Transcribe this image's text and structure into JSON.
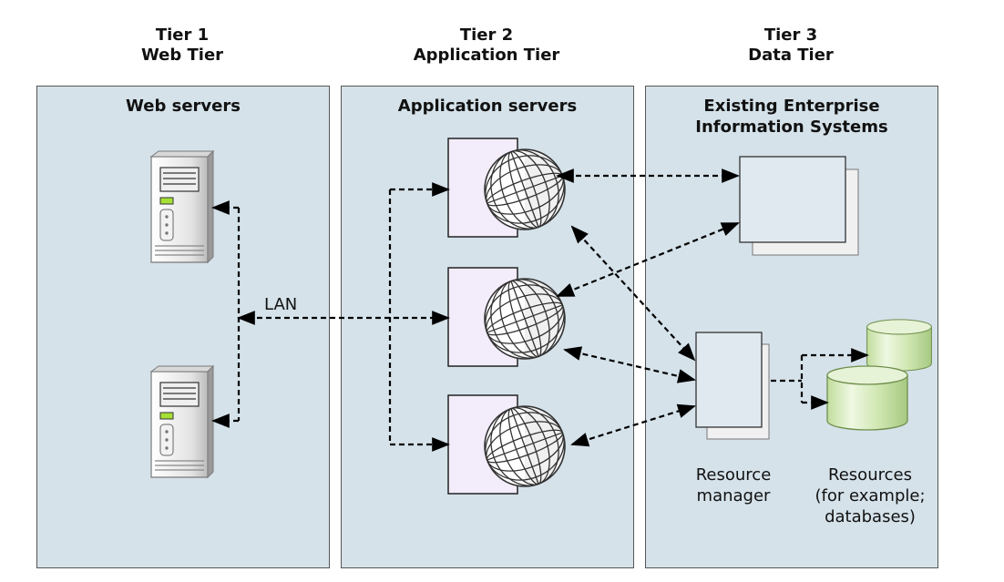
{
  "tiers": [
    {
      "line1": "Tier 1",
      "line2": "Web Tier"
    },
    {
      "line1": "Tier 2",
      "line2": "Application Tier"
    },
    {
      "line1": "Tier 3",
      "line2": "Data Tier"
    }
  ],
  "panels": {
    "web": {
      "title": "Web servers"
    },
    "app": {
      "title": "Application servers"
    },
    "data": {
      "title_line1": "Existing Enterprise",
      "title_line2": "Information Systems"
    }
  },
  "labels": {
    "lan": "LAN",
    "resource_manager": [
      "Resource",
      "manager"
    ],
    "resources": [
      "Resources",
      "(for example;",
      "databases)"
    ]
  },
  "icons": {
    "web_server": "server-tower-icon",
    "app_server": "globe-server-icon",
    "eis": "document-stack-icon",
    "resource_manager": "document-stack-icon",
    "database": "database-cylinder-icon"
  },
  "colors": {
    "panel_fill": "#d5e2ea",
    "app_card_fill": "#f3ecfa",
    "doc_fill": "#dfe9ef",
    "db_fill": "#c9e3a6"
  }
}
